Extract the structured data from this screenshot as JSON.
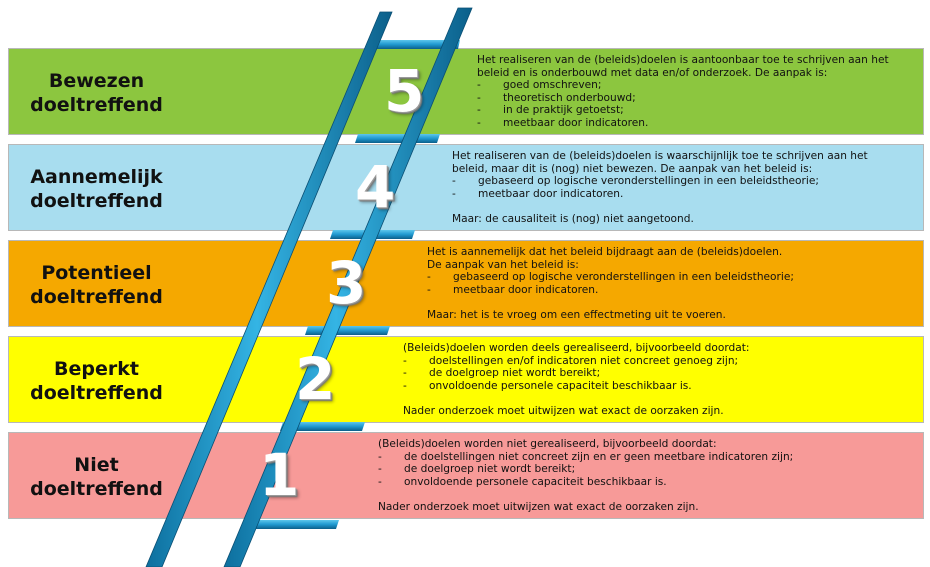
{
  "levels": [
    {
      "number": "5",
      "title_line1": "Bewezen",
      "title_line2": "doeltreffend",
      "color": "#8cc63f",
      "lines": [
        "Het realiseren van de (beleids)doelen is aantoonbaar toe te schrijven aan het",
        "beleid en is onderbouwd met data en/of onderzoek. De aanpak is:"
      ],
      "bullets": [
        "goed omschreven;",
        "theoretisch onderbouwd;",
        "in de praktijk getoetst;",
        "meetbaar door indicatoren."
      ],
      "note": ""
    },
    {
      "number": "4",
      "title_line1": "Aannemelijk",
      "title_line2": "doeltreffend",
      "color": "#a8ddef",
      "lines": [
        "Het realiseren van de (beleids)doelen is waarschijnlijk toe te schrijven aan het",
        "beleid, maar dit is (nog) niet bewezen. De aanpak van het beleid is:"
      ],
      "bullets": [
        "gebaseerd op logische veronderstellingen in een beleidstheorie;",
        "meetbaar door indicatoren."
      ],
      "note": "Maar: de causaliteit is (nog) niet aangetoond."
    },
    {
      "number": "3",
      "title_line1": "Potentieel",
      "title_line2": "doeltreffend",
      "color": "#f5a800",
      "lines": [
        "Het is aannemelijk dat het beleid bijdraagt aan de (beleids)doelen.",
        "De aanpak van het beleid is:"
      ],
      "bullets": [
        "gebaseerd op logische veronderstellingen in een beleidstheorie;",
        "meetbaar door indicatoren."
      ],
      "note": "Maar: het is te vroeg om een effectmeting uit te voeren."
    },
    {
      "number": "2",
      "title_line1": "Beperkt",
      "title_line2": "doeltreffend",
      "color": "#ffff00",
      "lines": [
        "(Beleids)doelen worden deels gerealiseerd, bijvoorbeeld doordat:"
      ],
      "bullets": [
        "doelstellingen en/of indicatoren niet concreet genoeg zijn;",
        "de doelgroep niet wordt bereikt;",
        "onvoldoende personele capaciteit beschikbaar is."
      ],
      "note": "Nader onderzoek moet uitwijzen wat exact de oorzaken zijn."
    },
    {
      "number": "1",
      "title_line1": "Niet",
      "title_line2": "doeltreffend",
      "color": "#f79a98",
      "lines": [
        "(Beleids)doelen worden niet gerealiseerd, bijvoorbeeld doordat:"
      ],
      "bullets": [
        "de doelstellingen niet concreet zijn en er geen meetbare indicatoren zijn;",
        "de doelgroep niet wordt bereikt;",
        "onvoldoende personele capaciteit beschikbaar is."
      ],
      "note": "Nader onderzoek moet uitwijzen wat exact de oorzaken zijn."
    }
  ],
  "ladder_color": "#2aa2d6"
}
